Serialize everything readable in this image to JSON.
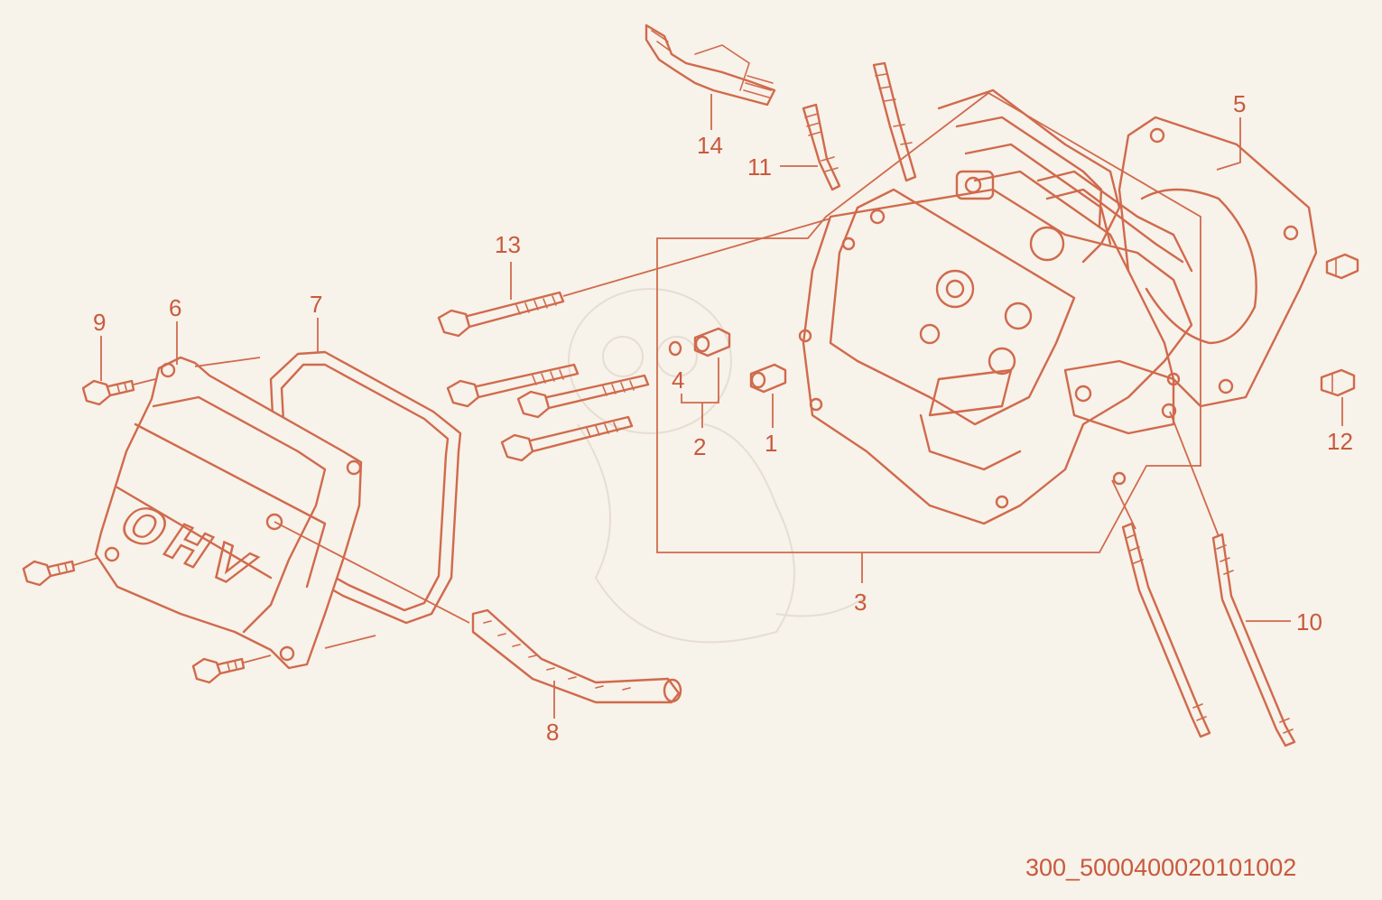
{
  "diagram_code": "300_5000400020101002",
  "cover_lettering": "OHV",
  "accent_color": "#d06a4c",
  "background_color": "#f7f2ea",
  "callouts": {
    "n1": "1",
    "n2": "2",
    "n3": "3",
    "n4": "4",
    "n5": "5",
    "n6": "6",
    "n7": "7",
    "n8": "8",
    "n9": "9",
    "n10": "10",
    "n11": "11",
    "n12": "12",
    "n13": "13",
    "n14": "14"
  }
}
